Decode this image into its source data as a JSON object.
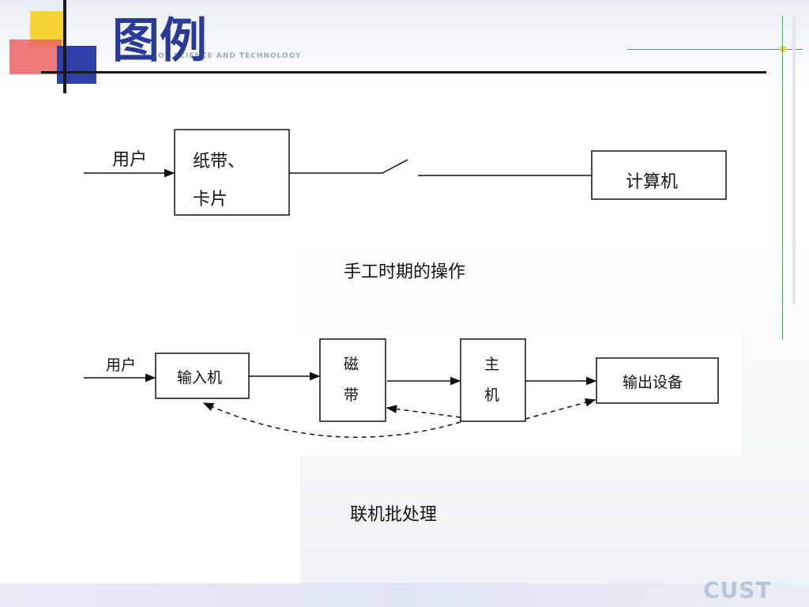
{
  "slide": {
    "title": "图例",
    "watermark": "OF SCIENCE AND TECHNOLOGY",
    "logo": "CUST"
  },
  "diagram1": {
    "user_label": "用户",
    "tape_card_line1": "纸带、",
    "tape_card_line2": "卡片",
    "computer_label": "计算机",
    "caption": "手工时期的操作"
  },
  "diagram2": {
    "user_label": "用户",
    "input_machine": "输入机",
    "tape_line1": "磁",
    "tape_line2": "带",
    "host_line1": "主",
    "host_line2": "机",
    "output_device": "输出设备",
    "caption": "联机批处理"
  },
  "colors": {
    "title": "#2a3a96",
    "rule": "#1a1a1a",
    "accent_yellow": "#f7d337",
    "accent_red": "#ea6464",
    "accent_blue": "#2e3fa8"
  }
}
